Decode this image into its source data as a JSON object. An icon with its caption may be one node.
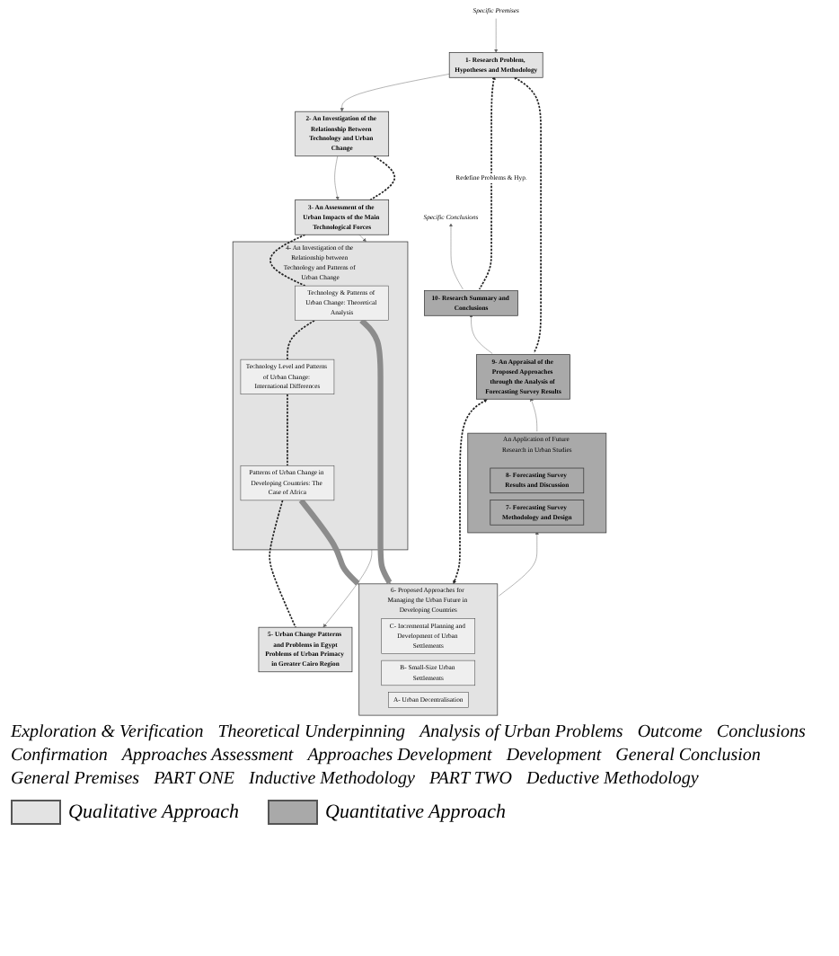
{
  "diagram": {
    "nodes": [
      {
        "text": [
          "Specific Premises"
        ]
      },
      {
        "text": [
          "1- Research Problem, Hypotheses and Methodology"
        ]
      },
      {
        "text": [
          "2- An Investigation of the Relationship Between Technology and Urban Change"
        ]
      },
      {
        "text": [
          "3- An Assessment of the Urban Impacts of the Main Technological Forces"
        ]
      },
      {
        "text": [
          "4- An Investigation of the Relationship between Technology and Patterns of Urban Change"
        ]
      },
      {
        "text": [
          "Technology & Patterns of Urban Change: Theoretical Analysis"
        ],
        "in": 4
      },
      {
        "text": [
          "Technology Level and Patterns of Urban Change: International Differences"
        ],
        "in": 4
      },
      {
        "text": [
          "Patterns of Urban Change in Developing Countries: The Case of Africa"
        ],
        "in": 4
      },
      {
        "text": [
          "5- Urban Change Patterns and Problems in Egypt",
          "Problems of Urban Primacy in Greater Cairo Region"
        ]
      },
      {
        "text": [
          "Specific Conclusions"
        ]
      },
      {
        "text": [
          "10- Research Summary and Conclusions"
        ]
      },
      {
        "text": [
          "9- An Appraisal of the Proposed Approaches through the Analysis of Forecasting Survey Results"
        ]
      },
      {
        "text": [
          "An Application of Future Research in Urban Studies"
        ]
      },
      {
        "text": [
          "8- Forecasting Survey Results and Discussion"
        ],
        "in": 12
      },
      {
        "text": [
          "7- Forecasting Survey Methodology and Design"
        ],
        "in": 12
      },
      {
        "text": [
          "6- Proposed Approaches for Managing the Urban Future in Developing Countries"
        ]
      },
      {
        "text": [
          "C- Incremental Planning and Development of Urban Settlements"
        ],
        "in": 15
      },
      {
        "text": [
          "B- Small-Size Urban Settlements"
        ],
        "in": 15
      },
      {
        "text": [
          "A- Urban Decentralisation"
        ],
        "in": 15
      }
    ],
    "edges": [
      {
        "from": 0,
        "to": 1,
        "arrow": "to"
      },
      {
        "from": 1,
        "to": 2,
        "arrow": "to"
      },
      {
        "from": 2,
        "to": 3,
        "arrow": "to"
      },
      {
        "from": 3,
        "to": 4,
        "arrow": "to"
      },
      {
        "from": 4,
        "to": 8,
        "arrow": "to"
      },
      {
        "from": 2,
        "to": 3,
        "arrow": "none",
        "style": "dashed"
      },
      {
        "from": 3,
        "to": 5,
        "arrow": "none",
        "style": "dashed"
      },
      {
        "from": 5,
        "to": 6,
        "arrow": "none",
        "style": "dashed"
      },
      {
        "from": 6,
        "to": 7,
        "arrow": "none",
        "style": "dashed"
      },
      {
        "from": 7,
        "to": 8,
        "arrow": "none",
        "style": "dashed"
      },
      {
        "from": 10,
        "to": 1,
        "arrow": "to",
        "style": "dashed",
        "label": "Redefine Problems & Hyp."
      },
      {
        "from": 11,
        "to": 1,
        "arrow": "to",
        "style": "dashed"
      },
      {
        "from": 11,
        "to": 15,
        "arrow": "both",
        "style": "dashed"
      },
      {
        "from": 5,
        "to": 15,
        "arrow": "to",
        "style": "thick",
        "color": "#8c8c8c"
      },
      {
        "from": 7,
        "to": 15,
        "arrow": "to",
        "style": "thick",
        "color": "#8c8c8c"
      },
      {
        "from": 15,
        "to": 12,
        "arrow": "to"
      },
      {
        "from": 12,
        "to": 11,
        "arrow": "to"
      },
      {
        "from": 11,
        "to": 10,
        "arrow": "to"
      },
      {
        "from": 10,
        "to": 9,
        "arrow": "to"
      }
    ],
    "labels": [
      "Exploration & Verification",
      "Theoretical Underpinning",
      "Analysis of Urban Problems",
      "Outcome",
      "Conclusions",
      "Confirmation",
      "Approaches Assessment",
      "Approaches Development",
      "Development",
      "General Conclusion",
      "General Premises",
      "PART ONE",
      "Inductive Methodology",
      "PART TWO",
      "Deductive Methodology"
    ],
    "legend": [
      {
        "text": "Qualitative Approach",
        "color": "#e3e3e3"
      },
      {
        "text": "Quantitative Approach",
        "color": "#a9a9a9"
      }
    ]
  }
}
